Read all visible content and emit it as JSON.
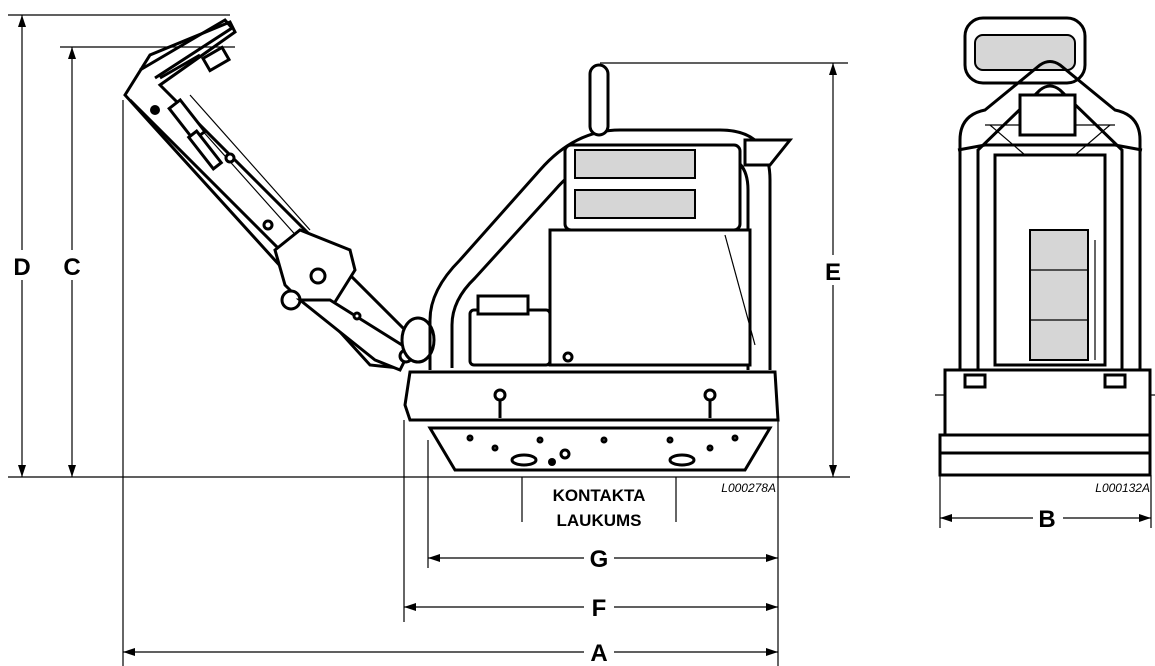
{
  "dimension_labels": {
    "A": "A",
    "B": "B",
    "C": "C",
    "D": "D",
    "E": "E",
    "F": "F",
    "G": "G"
  },
  "contact_area": {
    "line1": "KONTAKTA",
    "line2": "LAUKUMS"
  },
  "figure_codes": {
    "side_view": "L000278A",
    "front_view": "L000132A"
  }
}
